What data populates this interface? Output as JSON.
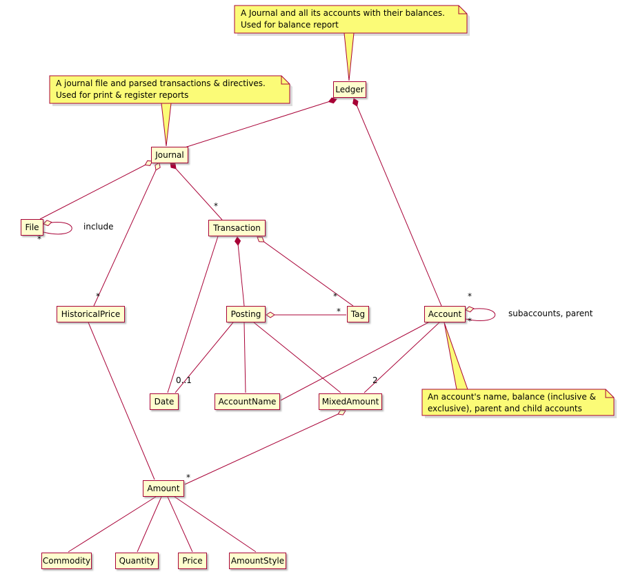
{
  "colors": {
    "line": "#A80036",
    "class_fill": "#FEFECE",
    "class_border": "#A80036",
    "note_fill": "#FBFB77"
  },
  "classes": {
    "ledger": "Ledger",
    "journal": "Journal",
    "file": "File",
    "transaction": "Transaction",
    "historical_price": "HistoricalPrice",
    "posting": "Posting",
    "tag": "Tag",
    "account": "Account",
    "date": "Date",
    "account_name": "AccountName",
    "mixed_amount": "MixedAmount",
    "amount": "Amount",
    "commodity": "Commodity",
    "quantity": "Quantity",
    "price": "Price",
    "amount_style": "AmountStyle"
  },
  "notes": {
    "ledger": {
      "line1": "A Journal and all its accounts with their balances.",
      "line2": "Used for balance report"
    },
    "journal": {
      "line1": "A journal file and parsed transactions & directives.",
      "line2": "Used for print & register reports"
    },
    "account": {
      "line1": "An account's name, balance (inclusive &",
      "line2": "exclusive), parent and child accounts"
    }
  },
  "edge_names": {
    "file_include": "include",
    "account_self": "subaccounts, parent"
  },
  "cardinalities": {
    "journal_transaction": "*",
    "journal_historical_price": "*",
    "file_include": "*",
    "ledger_account": "*",
    "account_self": "*",
    "transaction_tag": "*",
    "posting_tag": "*",
    "posting_date": "0..1",
    "account_mixed_amount": "2",
    "mixed_amount_amount": "*"
  }
}
